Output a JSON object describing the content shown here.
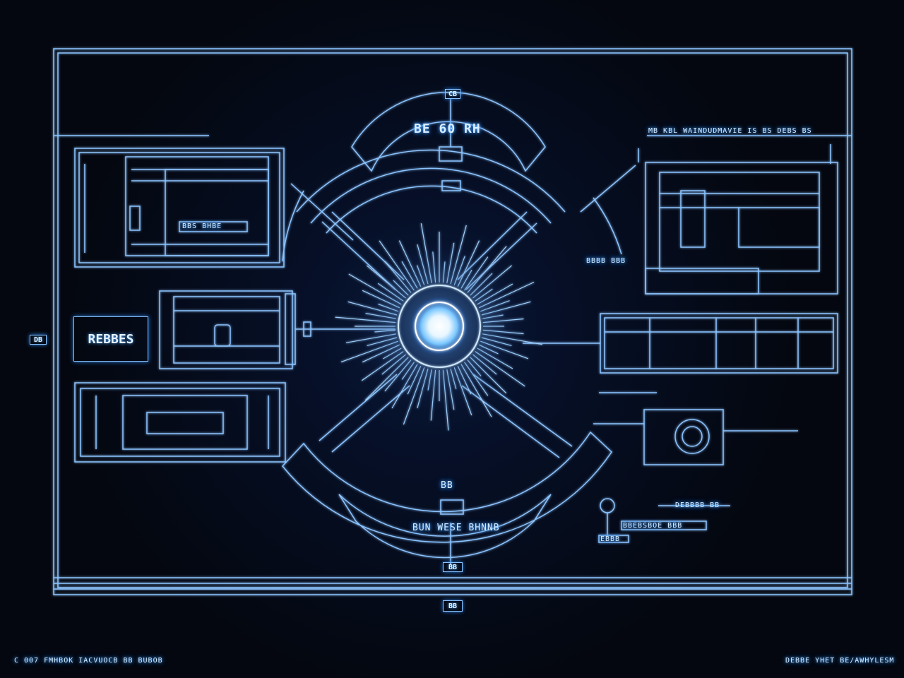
{
  "colors": {
    "background": "#04070f",
    "line": "#8cc4ff",
    "glow": "#2a7fe0",
    "core": "#e8f6ff"
  },
  "labels": {
    "top_marker": "CB",
    "arc_title": "BE 60 RH",
    "header_right": "MB KBL WAINDUDMAVIE IS BS DEBS BS",
    "left_box": "REBBES",
    "left_edge": "DB",
    "left_panel_note": "BBS  BHBE",
    "right_note": "BBBB BBB",
    "bottom_arc": "BUN WESE BHNNB",
    "bottom_marker_1": "BB",
    "bottom_marker_2": "BB",
    "arc_lower_marker": "BB",
    "right_stack_1": "DEBBBB BB",
    "right_stack_2": "BBEBSBOE BBB",
    "right_stack_3": "EBBB",
    "footer_left": "C 007  FMHBOK IACVUOCB BB BUBOB",
    "footer_right": "DEBBE YHET BE/AWHYLESM"
  }
}
